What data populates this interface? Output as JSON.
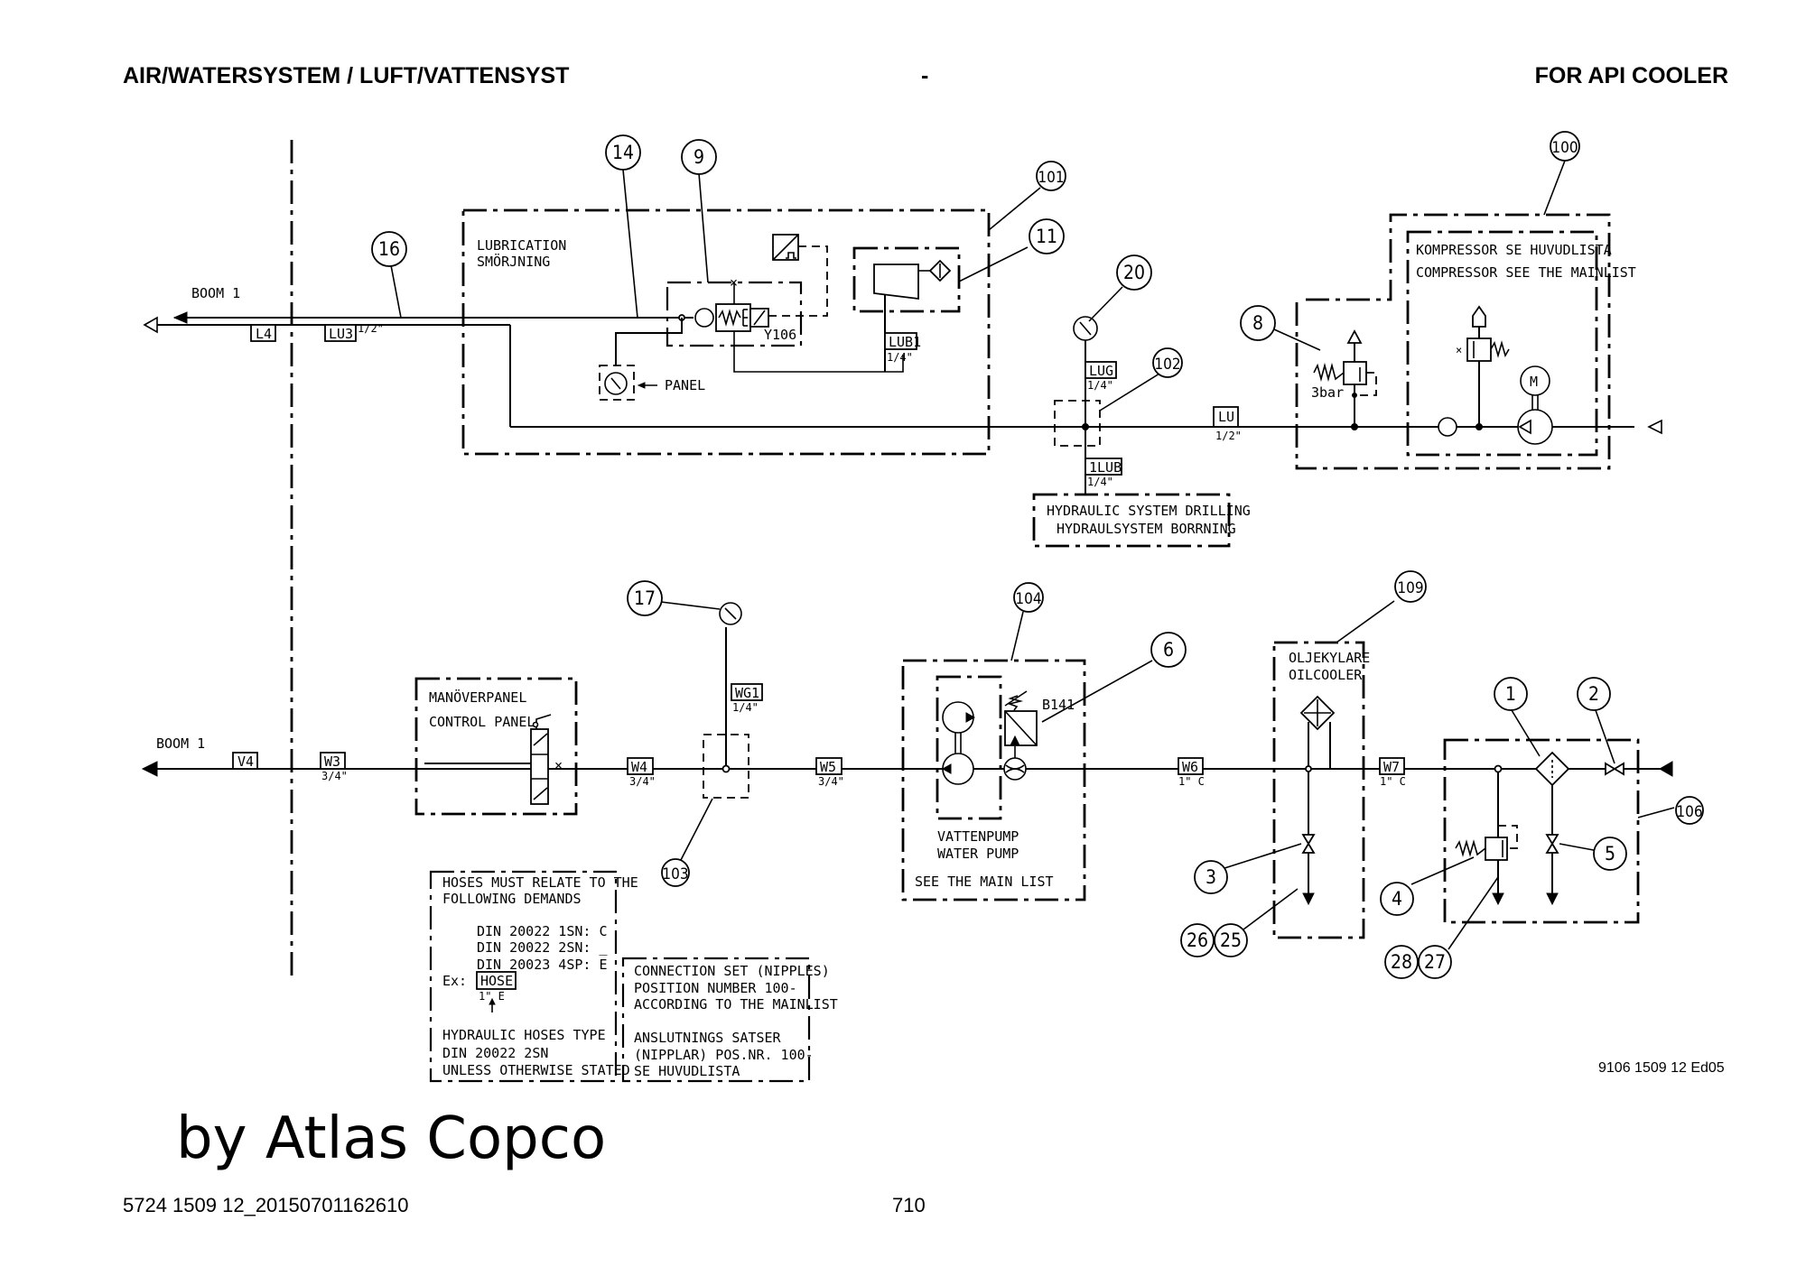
{
  "header": {
    "title_left": "AIR/WATERSYSTEM / LUFT/VATTENSYST",
    "title_mid": "-",
    "title_right": "FOR API COOLER"
  },
  "footer": {
    "drawing_ref": "9106 1509 12 Ed05",
    "brand": "by Atlas Copco",
    "doc_id": "5724 1509 12_20150701162610",
    "page": "710"
  },
  "diagram": {
    "boom_labels": [
      "BOOM 1",
      "BOOM 1"
    ],
    "lubrication_box": [
      "LUBRICATION",
      "SMÖRJNING"
    ],
    "panel_label": "PANEL",
    "valve_code": "Y106",
    "sensor_code": "B141",
    "relief_setting": "3bar",
    "motor_label": "M",
    "compressor_box": [
      "KOMPRESSOR SE HUVUDLISTA",
      "COMPRESSOR SEE THE MAINLIST"
    ],
    "hydraulic_box": [
      "HYDRAULIC SYSTEM DRILLING",
      "HYDRAULSYSTEM BORRNING"
    ],
    "control_panel_box": [
      "MANÖVERPANEL",
      "CONTROL PANEL"
    ],
    "water_pump_box": [
      "VATTENPUMP",
      "WATER PUMP",
      "SEE THE MAIN LIST"
    ],
    "oilcooler_box": [
      "OLJEKYLARE",
      "OILCOOLER"
    ],
    "hose_tags": [
      {
        "code": "L4",
        "size": ""
      },
      {
        "code": "LU3",
        "size": "1/2\""
      },
      {
        "code": "LUB1",
        "size": "1/4\""
      },
      {
        "code": "LUG",
        "size": "1/4\""
      },
      {
        "code": "1LUB",
        "size": "1/4\""
      },
      {
        "code": "LU",
        "size": "1/2\""
      },
      {
        "code": "V4",
        "size": ""
      },
      {
        "code": "W3",
        "size": "3/4\""
      },
      {
        "code": "W4",
        "size": "3/4\""
      },
      {
        "code": "WG1",
        "size": "1/4\""
      },
      {
        "code": "W5",
        "size": "3/4\""
      },
      {
        "code": "W6",
        "size": "1\" C"
      },
      {
        "code": "W7",
        "size": "1\" C"
      }
    ],
    "callouts": [
      "14",
      "9",
      "16",
      "101",
      "11",
      "20",
      "102",
      "100",
      "8",
      "17",
      "104",
      "6",
      "109",
      "103",
      "1",
      "2",
      "106",
      "3",
      "5",
      "4",
      "26",
      "25",
      "28",
      "27"
    ],
    "notes": {
      "hoses": {
        "lines": [
          "HOSES MUST RELATE TO THE",
          "FOLLOWING DEMANDS"
        ],
        "standards": [
          "DIN 20022 1SN: C",
          "DIN 20022 2SN: _",
          "DIN 20023 4SP: E"
        ],
        "example_label": "Ex:",
        "example_tag": "HOSE",
        "example_size": "1\" E",
        "footer_lines": [
          "HYDRAULIC HOSES TYPE",
          "DIN 20022 2SN",
          "UNLESS OTHERWISE STATED"
        ]
      },
      "connection": {
        "lines": [
          "CONNECTION SET (NIPPLES)",
          "POSITION NUMBER 100-",
          "ACCORDING TO THE MAINLIST",
          "",
          "ANSLUTNINGS SATSER",
          "(NIPPLAR) POS.NR. 100-",
          "SE HUVUDLISTA"
        ]
      }
    }
  }
}
